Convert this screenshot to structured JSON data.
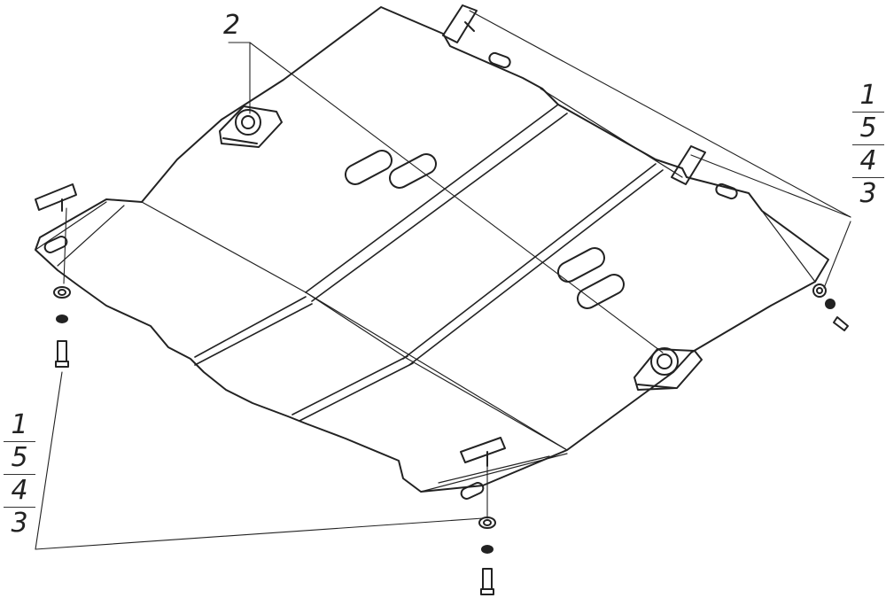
{
  "callout_top": "2",
  "stack_right": [
    "1",
    "5",
    "4",
    "3"
  ],
  "stack_left": [
    "1",
    "5",
    "4",
    "3"
  ],
  "colors": {
    "line": "#222222",
    "background": "#ffffff"
  }
}
